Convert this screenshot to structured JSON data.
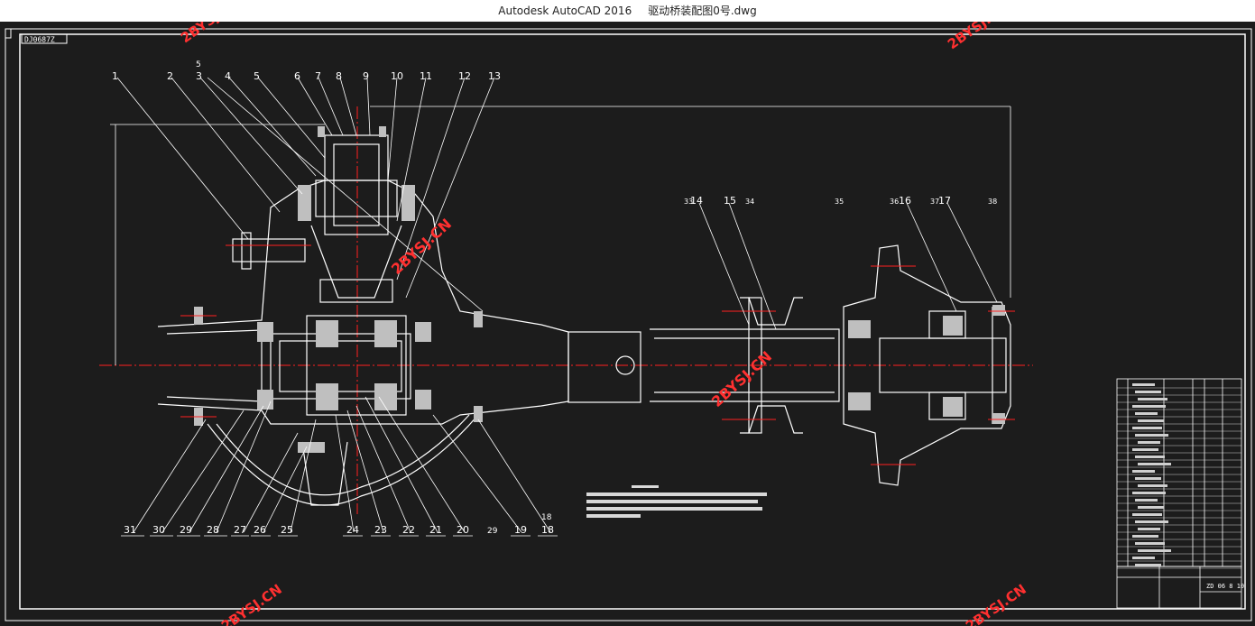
{
  "window": {
    "app_name": "Autodesk AutoCAD 2016",
    "file_name": "驱动桥装配图0号.dwg"
  },
  "drawing": {
    "drawing_code": "DJ0687Z",
    "watermark": "2BYSJ.CN",
    "top_part_labels": [
      "1",
      "2",
      "3",
      "4",
      "5",
      "6",
      "7",
      "8",
      "9",
      "10",
      "11",
      "12",
      "13"
    ],
    "right_part_labels": [
      "14",
      "15",
      "16",
      "17"
    ],
    "right_small_labels": [
      "33",
      "34",
      "35",
      "36",
      "37",
      "38"
    ],
    "bottom_part_labels": [
      "31",
      "30",
      "29",
      "28",
      "27",
      "26",
      "25",
      "24",
      "23",
      "22",
      "21",
      "20",
      "29",
      "19",
      "18"
    ],
    "extra_label_18": "18",
    "extra_label_5": "5",
    "title_block_code": "ZD 06 8 10",
    "colors": {
      "background": "#1c1c1c",
      "lines": "#ffffff",
      "centerline": "#ff2020",
      "section": "#cfcfcf",
      "watermark": "#ff3030"
    }
  }
}
